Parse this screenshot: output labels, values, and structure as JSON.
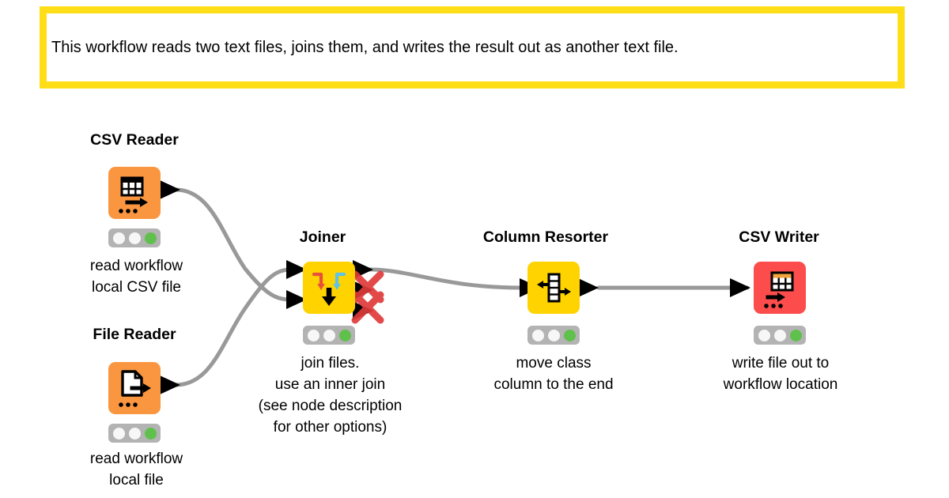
{
  "annotation": {
    "text": "This workflow reads two text files, joins them, and writes the result out as another text file.",
    "border_color": "#FFDE17",
    "background": "#ffffff"
  },
  "canvas": {
    "background": "#ffffff",
    "connection_color": "#999999",
    "port_color": "#000000"
  },
  "nodes": [
    {
      "id": "csv-reader",
      "title": "CSV Reader",
      "caption": "read workflow\nlocal CSV file",
      "color": "#FB9640",
      "icon": "table-arrow-icon",
      "status": [
        "idle",
        "idle",
        "ok"
      ],
      "inputs": 0,
      "outputs": 1
    },
    {
      "id": "file-reader",
      "title": "File Reader",
      "caption": "read workflow\nlocal file",
      "color": "#FB9640",
      "icon": "document-arrow-icon",
      "status": [
        "idle",
        "idle",
        "ok"
      ],
      "inputs": 0,
      "outputs": 1
    },
    {
      "id": "joiner",
      "title": "Joiner",
      "caption": "join files.\nuse an inner join\n(see node description\nfor other options)",
      "color": "#FFD300",
      "icon": "merge-arrows-icon",
      "status": [
        "idle",
        "idle",
        "ok"
      ],
      "inputs": 2,
      "outputs": 3,
      "disabled_outputs": 2,
      "disabled_marker": "red-x-icon"
    },
    {
      "id": "column-resorter",
      "title": "Column Resorter",
      "caption": "move class\ncolumn to the end",
      "color": "#FFD300",
      "icon": "column-reorder-icon",
      "status": [
        "idle",
        "idle",
        "ok"
      ],
      "inputs": 1,
      "outputs": 1
    },
    {
      "id": "csv-writer",
      "title": "CSV Writer",
      "caption": "write file out to\nworkflow location",
      "color": "#FC4C4C",
      "icon": "table-write-icon",
      "status": [
        "idle",
        "idle",
        "ok"
      ],
      "inputs": 1,
      "outputs": 0
    }
  ],
  "connections": [
    {
      "from": "csv-reader",
      "to": "joiner",
      "to_port": "bottom"
    },
    {
      "from": "file-reader",
      "to": "joiner",
      "to_port": "top"
    },
    {
      "from": "joiner",
      "to": "column-resorter",
      "to_port": "single"
    },
    {
      "from": "column-resorter",
      "to": "csv-writer",
      "to_port": "single"
    }
  ],
  "status_colors": {
    "idle": "#F7F7F7",
    "ok": "#5FC04C",
    "bar": "#B3B3B3"
  }
}
